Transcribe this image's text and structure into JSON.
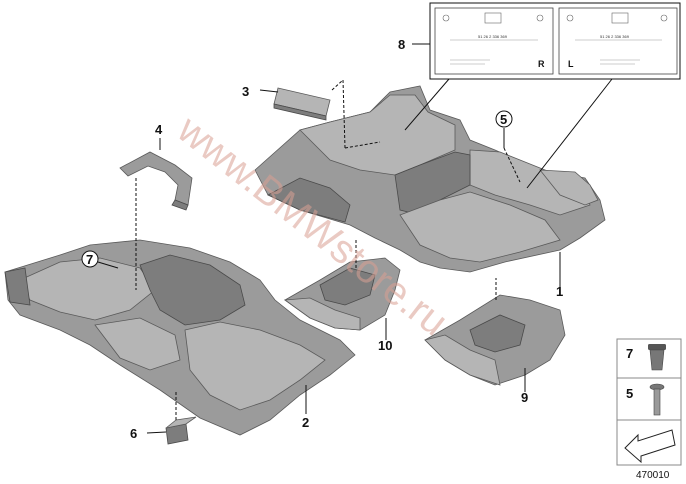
{
  "callouts": {
    "c1": "1",
    "c2": "2",
    "c3": "3",
    "c4": "4",
    "c5": "5",
    "c6": "6",
    "c7": "7",
    "c8": "8",
    "c9": "9",
    "c10": "10"
  },
  "label_panel": {
    "right_side": "R",
    "left_side": "L",
    "code_left": "51 26 2 336 369",
    "code_right": "51 26 2 336 369"
  },
  "legend": {
    "item_top": "7",
    "item_bottom": "5"
  },
  "watermark": "www.BMWstore.ru",
  "reference_number": "470010",
  "colors": {
    "part_fill": "#9b9b9b",
    "watermark": "#d9a093",
    "line": "#111111"
  }
}
